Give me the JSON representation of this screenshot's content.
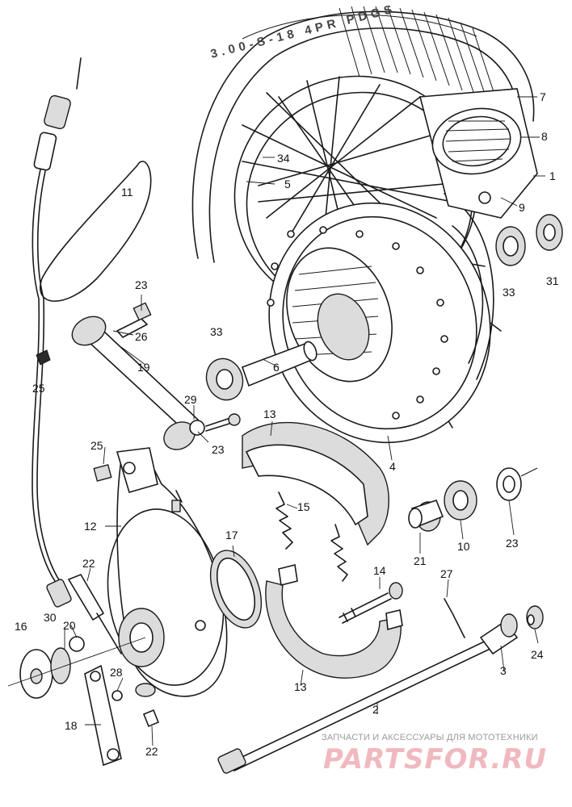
{
  "diagram": {
    "tire_lettering": "3.00-S-18 4PR PDGS",
    "labels": [
      {
        "id": "7",
        "text": "7"
      },
      {
        "id": "8",
        "text": "8"
      },
      {
        "id": "1",
        "text": "1"
      },
      {
        "id": "9",
        "text": "9"
      },
      {
        "id": "34",
        "text": "34"
      },
      {
        "id": "5",
        "text": "5"
      },
      {
        "id": "11",
        "text": "11"
      },
      {
        "id": "33a",
        "text": "33"
      },
      {
        "id": "31",
        "text": "31"
      },
      {
        "id": "23a",
        "text": "23"
      },
      {
        "id": "26",
        "text": "26"
      },
      {
        "id": "25a",
        "text": "25"
      },
      {
        "id": "19",
        "text": "19"
      },
      {
        "id": "33b",
        "text": "33"
      },
      {
        "id": "6",
        "text": "6"
      },
      {
        "id": "29",
        "text": "29"
      },
      {
        "id": "23b",
        "text": "23"
      },
      {
        "id": "13a",
        "text": "13"
      },
      {
        "id": "4",
        "text": "4"
      },
      {
        "id": "25b",
        "text": "25"
      },
      {
        "id": "12",
        "text": "12"
      },
      {
        "id": "15",
        "text": "15"
      },
      {
        "id": "17",
        "text": "17"
      },
      {
        "id": "21",
        "text": "21"
      },
      {
        "id": "10",
        "text": "10"
      },
      {
        "id": "23c",
        "text": "23"
      },
      {
        "id": "22a",
        "text": "22"
      },
      {
        "id": "14",
        "text": "14"
      },
      {
        "id": "27",
        "text": "27"
      },
      {
        "id": "16",
        "text": "16"
      },
      {
        "id": "30",
        "text": "30"
      },
      {
        "id": "20",
        "text": "20"
      },
      {
        "id": "24",
        "text": "24"
      },
      {
        "id": "28",
        "text": "28"
      },
      {
        "id": "3",
        "text": "3"
      },
      {
        "id": "13b",
        "text": "13"
      },
      {
        "id": "18",
        "text": "18"
      },
      {
        "id": "2",
        "text": "2"
      },
      {
        "id": "22b",
        "text": "22"
      }
    ]
  },
  "watermark": {
    "caption": "ЗАПЧАСТИ И АКСЕССУАРЫ ДЛЯ МОТОТЕХНИКИ",
    "logo": "PARTSFOR.RU"
  }
}
